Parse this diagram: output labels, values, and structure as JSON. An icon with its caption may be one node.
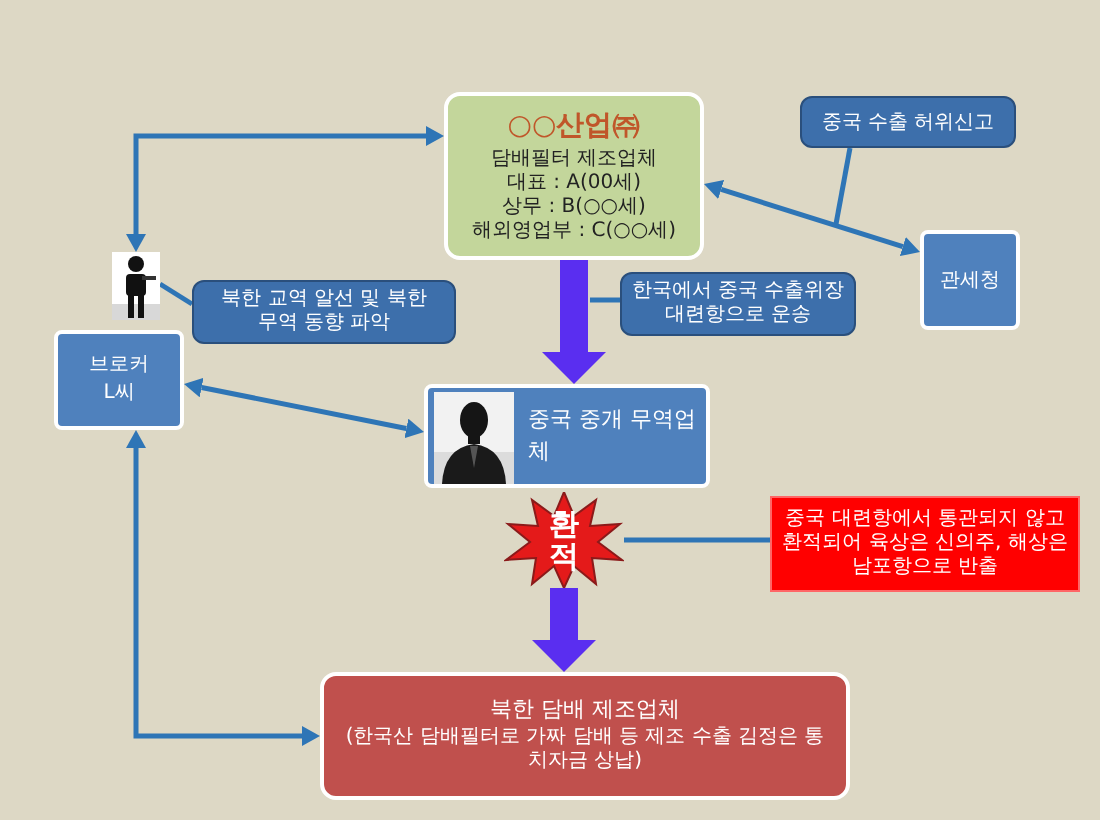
{
  "diagram": {
    "nodes": [
      {
        "text": [
          "○○산업㈜",
          "담배필터 제조업체",
          "대표 : A(00세)",
          "상무 : B(○○세)",
          "해외영업부 : C(○○세)"
        ]
      },
      {
        "text": [
          "중국 수출 허위신고"
        ]
      },
      {
        "text": [
          "관세청"
        ]
      },
      {
        "text": [],
        "shape": "picture"
      },
      {
        "text": [
          "북한 교역 알선 및 북한 무역 동향 파악"
        ]
      },
      {
        "text": [
          "브로커 L씨"
        ]
      },
      {
        "text": [
          "한국에서 중국 수출위장 대련항으로 운송"
        ]
      },
      {
        "text": [
          "중국 중개 무역업체"
        ]
      },
      {
        "text": [
          "환적"
        ]
      },
      {
        "text": [
          "중국 대련항에서 통관되지 않고 환적되어 육상은 신의주, 해상은 남포항으로 반출"
        ]
      },
      {
        "text": [
          "북한 담배 제조업체",
          "(한국산 담배필터로 가짜 담배 등 제조 수출 김정은 통치자금 상납)"
        ]
      }
    ],
    "edges": [
      {
        "from": 2,
        "to": 0,
        "arrow": "both"
      },
      {
        "from": 0,
        "to": 3,
        "arrow": "both"
      },
      {
        "from": 0,
        "to": 7,
        "arrow": "to",
        "style": "thick",
        "color": "#5a2ef0"
      },
      {
        "from": 5,
        "to": 7,
        "arrow": "both"
      },
      {
        "from": 8,
        "to": 10,
        "arrow": "to",
        "style": "thick",
        "color": "#5a2ef0"
      },
      {
        "from": 10,
        "to": 5,
        "arrow": "both"
      },
      {
        "from": 8,
        "to": 9,
        "arrow": "none"
      },
      {
        "from": 1,
        "to": null,
        "arrow": "none"
      },
      {
        "from": 4,
        "to": 3,
        "arrow": "none"
      },
      {
        "from": 6,
        "to": null,
        "arrow": "none"
      }
    ]
  }
}
